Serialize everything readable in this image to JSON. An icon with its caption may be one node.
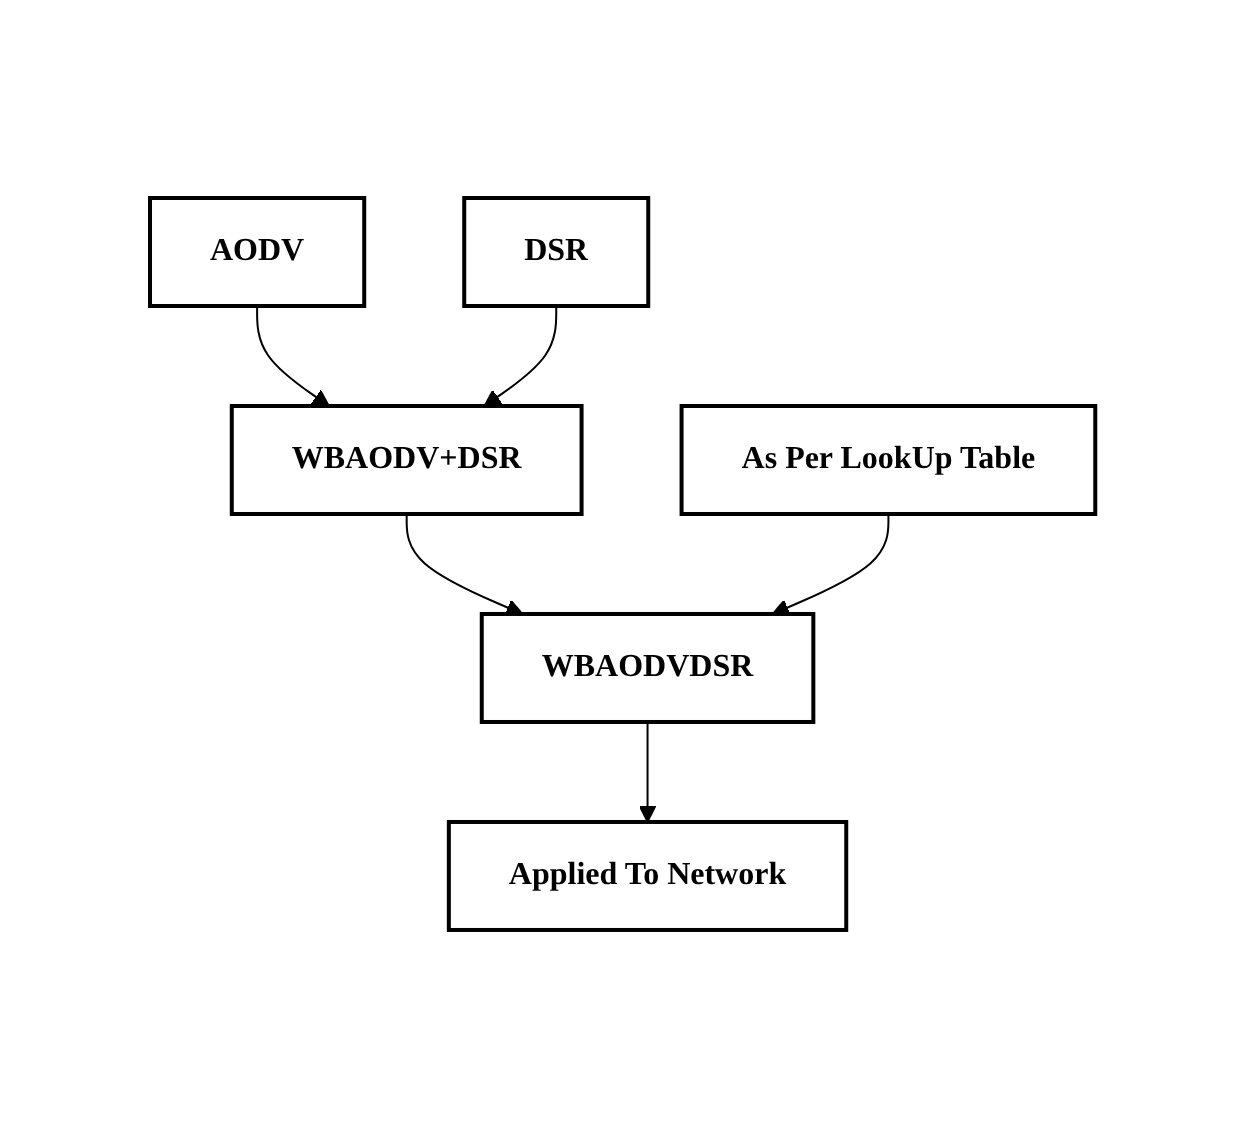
{
  "diagram": {
    "nodes": [
      {
        "text": [
          "AODV"
        ]
      },
      {
        "text": [
          "DSR"
        ]
      },
      {
        "text": [
          "WBAODV+DSR"
        ]
      },
      {
        "text": [
          "As Per LookUp Table"
        ]
      },
      {
        "text": [
          "WBAODVDSR"
        ]
      },
      {
        "text": [
          "Applied To Network"
        ]
      }
    ],
    "edges": [
      {
        "from": 0,
        "to": 2,
        "arrow": "to"
      },
      {
        "from": 1,
        "to": 2,
        "arrow": "to"
      },
      {
        "from": 2,
        "to": 4,
        "arrow": "to"
      },
      {
        "from": 3,
        "to": 4,
        "arrow": "to"
      },
      {
        "from": 4,
        "to": 5,
        "arrow": "to"
      }
    ]
  }
}
